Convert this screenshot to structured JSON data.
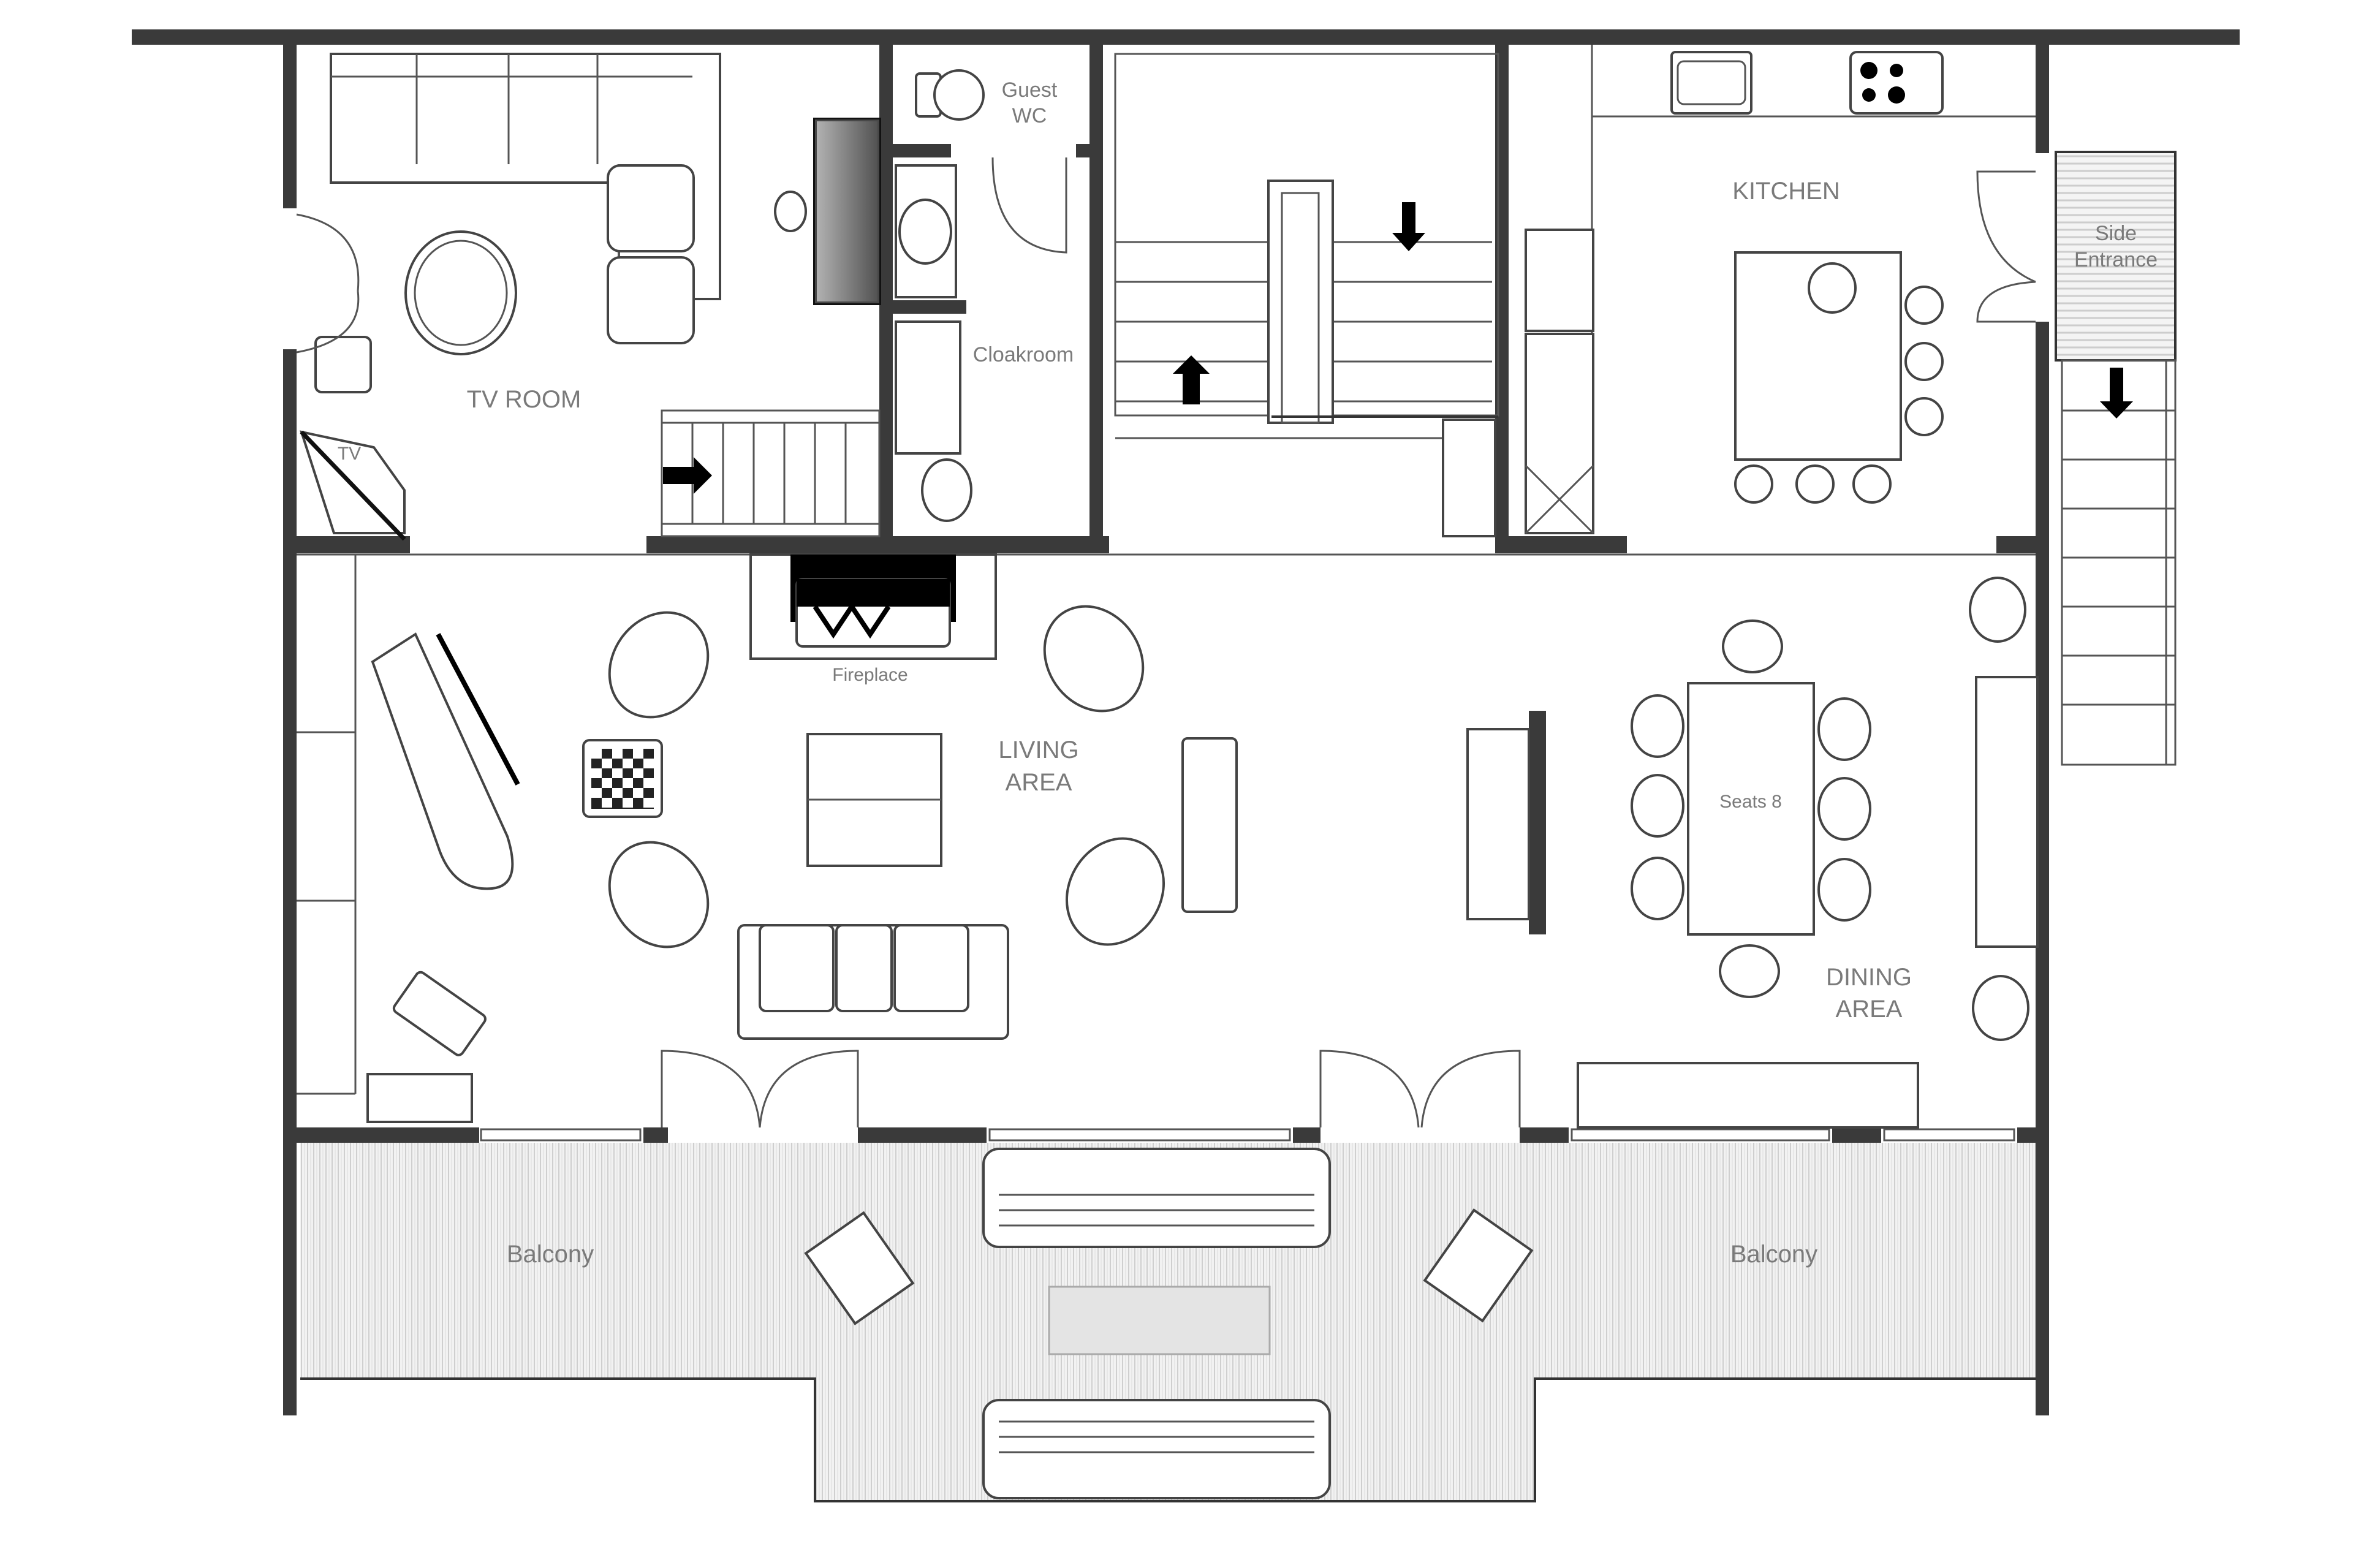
{
  "plan": {
    "type": "floor plan",
    "rooms": [
      {
        "id": "tv-room",
        "label": "TV ROOM"
      },
      {
        "id": "guest-wc",
        "label_line1": "Guest",
        "label_line2": "WC"
      },
      {
        "id": "cloakroom",
        "label": "Cloakroom"
      },
      {
        "id": "kitchen",
        "label": "KITCHEN"
      },
      {
        "id": "side-entrance",
        "label_line1": "Side",
        "label_line2": "Entrance"
      },
      {
        "id": "living-area",
        "label_line1": "LIVING",
        "label_line2": "AREA"
      },
      {
        "id": "dining-area",
        "label_line1": "DINING",
        "label_line2": "AREA"
      },
      {
        "id": "balcony-left",
        "label": "Balcony"
      },
      {
        "id": "balcony-right",
        "label": "Balcony"
      }
    ],
    "fixtures": {
      "tv": "TV",
      "fireplace": "Fireplace",
      "dining_table": "Seats 8"
    },
    "colors": {
      "wall": "#3a3a3a",
      "line": "#333333",
      "label": "#7a7a7a",
      "deck": "#e8e8e8"
    }
  }
}
